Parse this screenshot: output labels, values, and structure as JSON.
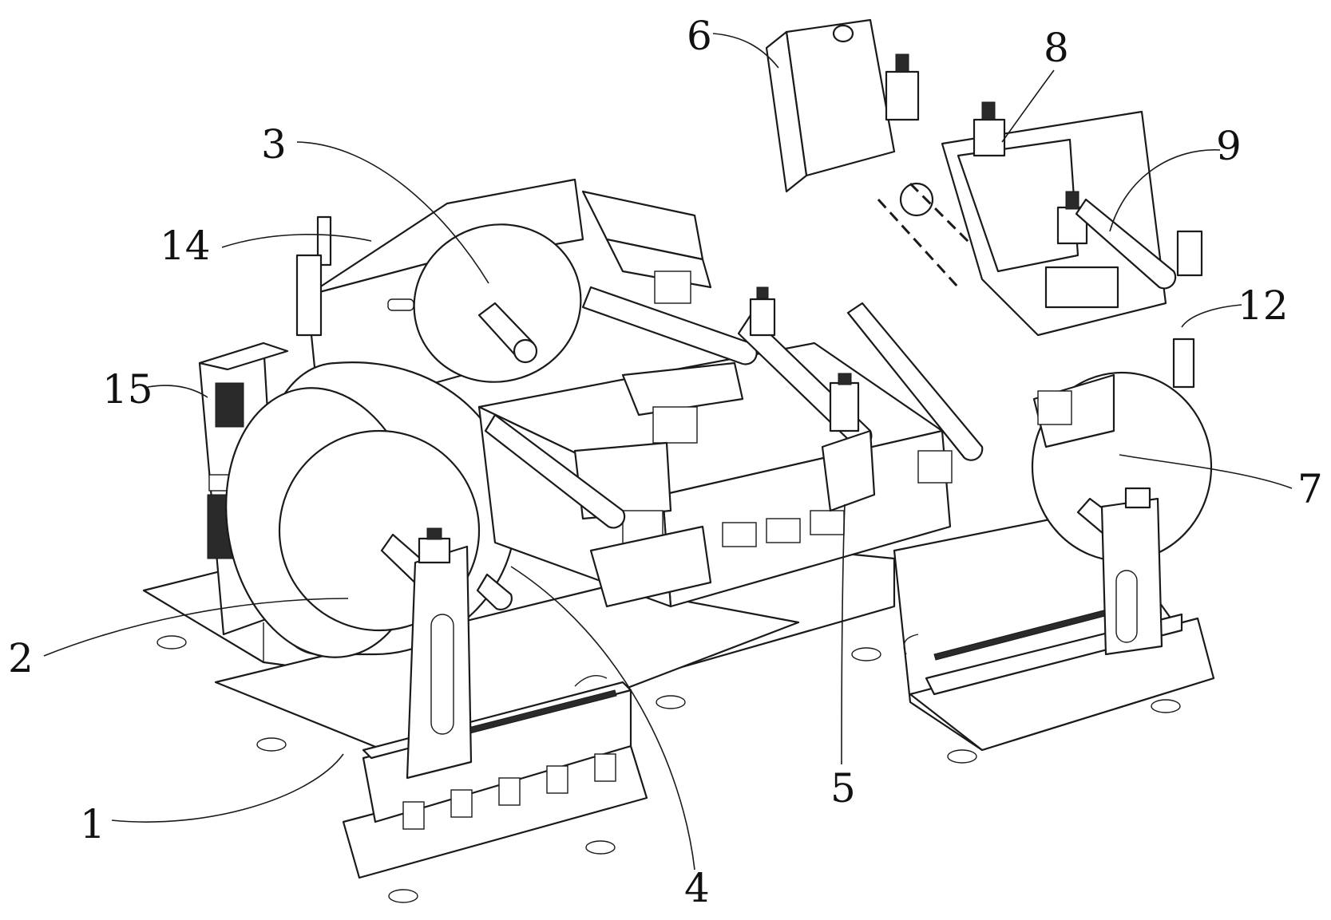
{
  "figure": {
    "type": "patent-drawing",
    "subject": "isometric view of roll-to-roll processing machine"
  },
  "callouts": [
    {
      "id": "1",
      "label": "1"
    },
    {
      "id": "2",
      "label": "2"
    },
    {
      "id": "3",
      "label": "3"
    },
    {
      "id": "4",
      "label": "4"
    },
    {
      "id": "5",
      "label": "5"
    },
    {
      "id": "6",
      "label": "6"
    },
    {
      "id": "7",
      "label": "7"
    },
    {
      "id": "8",
      "label": "8"
    },
    {
      "id": "9",
      "label": "9"
    },
    {
      "id": "12",
      "label": "12"
    },
    {
      "id": "14",
      "label": "14"
    },
    {
      "id": "15",
      "label": "15"
    }
  ],
  "colors": {
    "ink": "#1a1a1a",
    "paper": "#ffffff"
  }
}
